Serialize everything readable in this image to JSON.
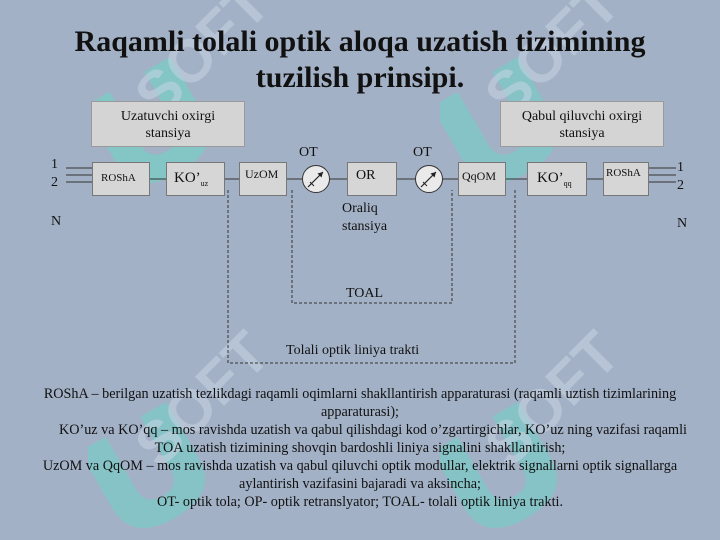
{
  "title_line1": "Raqamli tolali optik aloqa uzatish tizimining",
  "title_line2": "tuzilish prinsipi.",
  "tx_station_line1": "Uzatuvchi oxirgi",
  "tx_station_line2": "stansiya",
  "rx_station_line1": "Qabul qiluvchi oxirgi",
  "rx_station_line2": "stansiya",
  "left_inputs": [
    "1",
    "2",
    "N"
  ],
  "right_outputs": [
    "1",
    "2",
    "N"
  ],
  "blocks": {
    "rosha_left": "ROShA",
    "kouz_main": "KO’",
    "kouz_sub": "uz",
    "uzom": "UzOM",
    "or": "OR",
    "qqom": "QqOM",
    "koqq_main": "KO’",
    "koqq_sub": "qq",
    "rosha_right": "ROShA"
  },
  "ot_left": "OT",
  "ot_right": "OT",
  "intermediate_line1": "Oraliq",
  "intermediate_line2": "stansiya",
  "toal_label": "TOAL",
  "tract_label": "Tolali optik liniya trakti",
  "description": [
    "ROShA – berilgan uzatish tezlikdagi raqamli oqimlarni shakllantirish apparaturasi (raqamli uztish tizimlarining apparaturasi);",
    "KO’uz va KO’qq  – mos ravishda uzatish va qabul qilishdagi kod o’zgartirgichlar, KO’uz ning vazifasi raqamli TOA uzatish tizimining shovqin bardoshli liniya signalini shakllantirish;",
    "UzOM va QqOM – mos ravishda uzatish va qabul qiluvchi optik modullar, elektrik signallarni optik signallarga aylantirish vazifasini bajaradi va aksincha;",
    "OT- optik tola; OP- optik retranslyator; TOAL- tolali optik liniya trakti."
  ],
  "colors": {
    "background": "#a3b1c6",
    "box_fill": "#d6d6d6",
    "watermark": "#6fd2c6"
  }
}
